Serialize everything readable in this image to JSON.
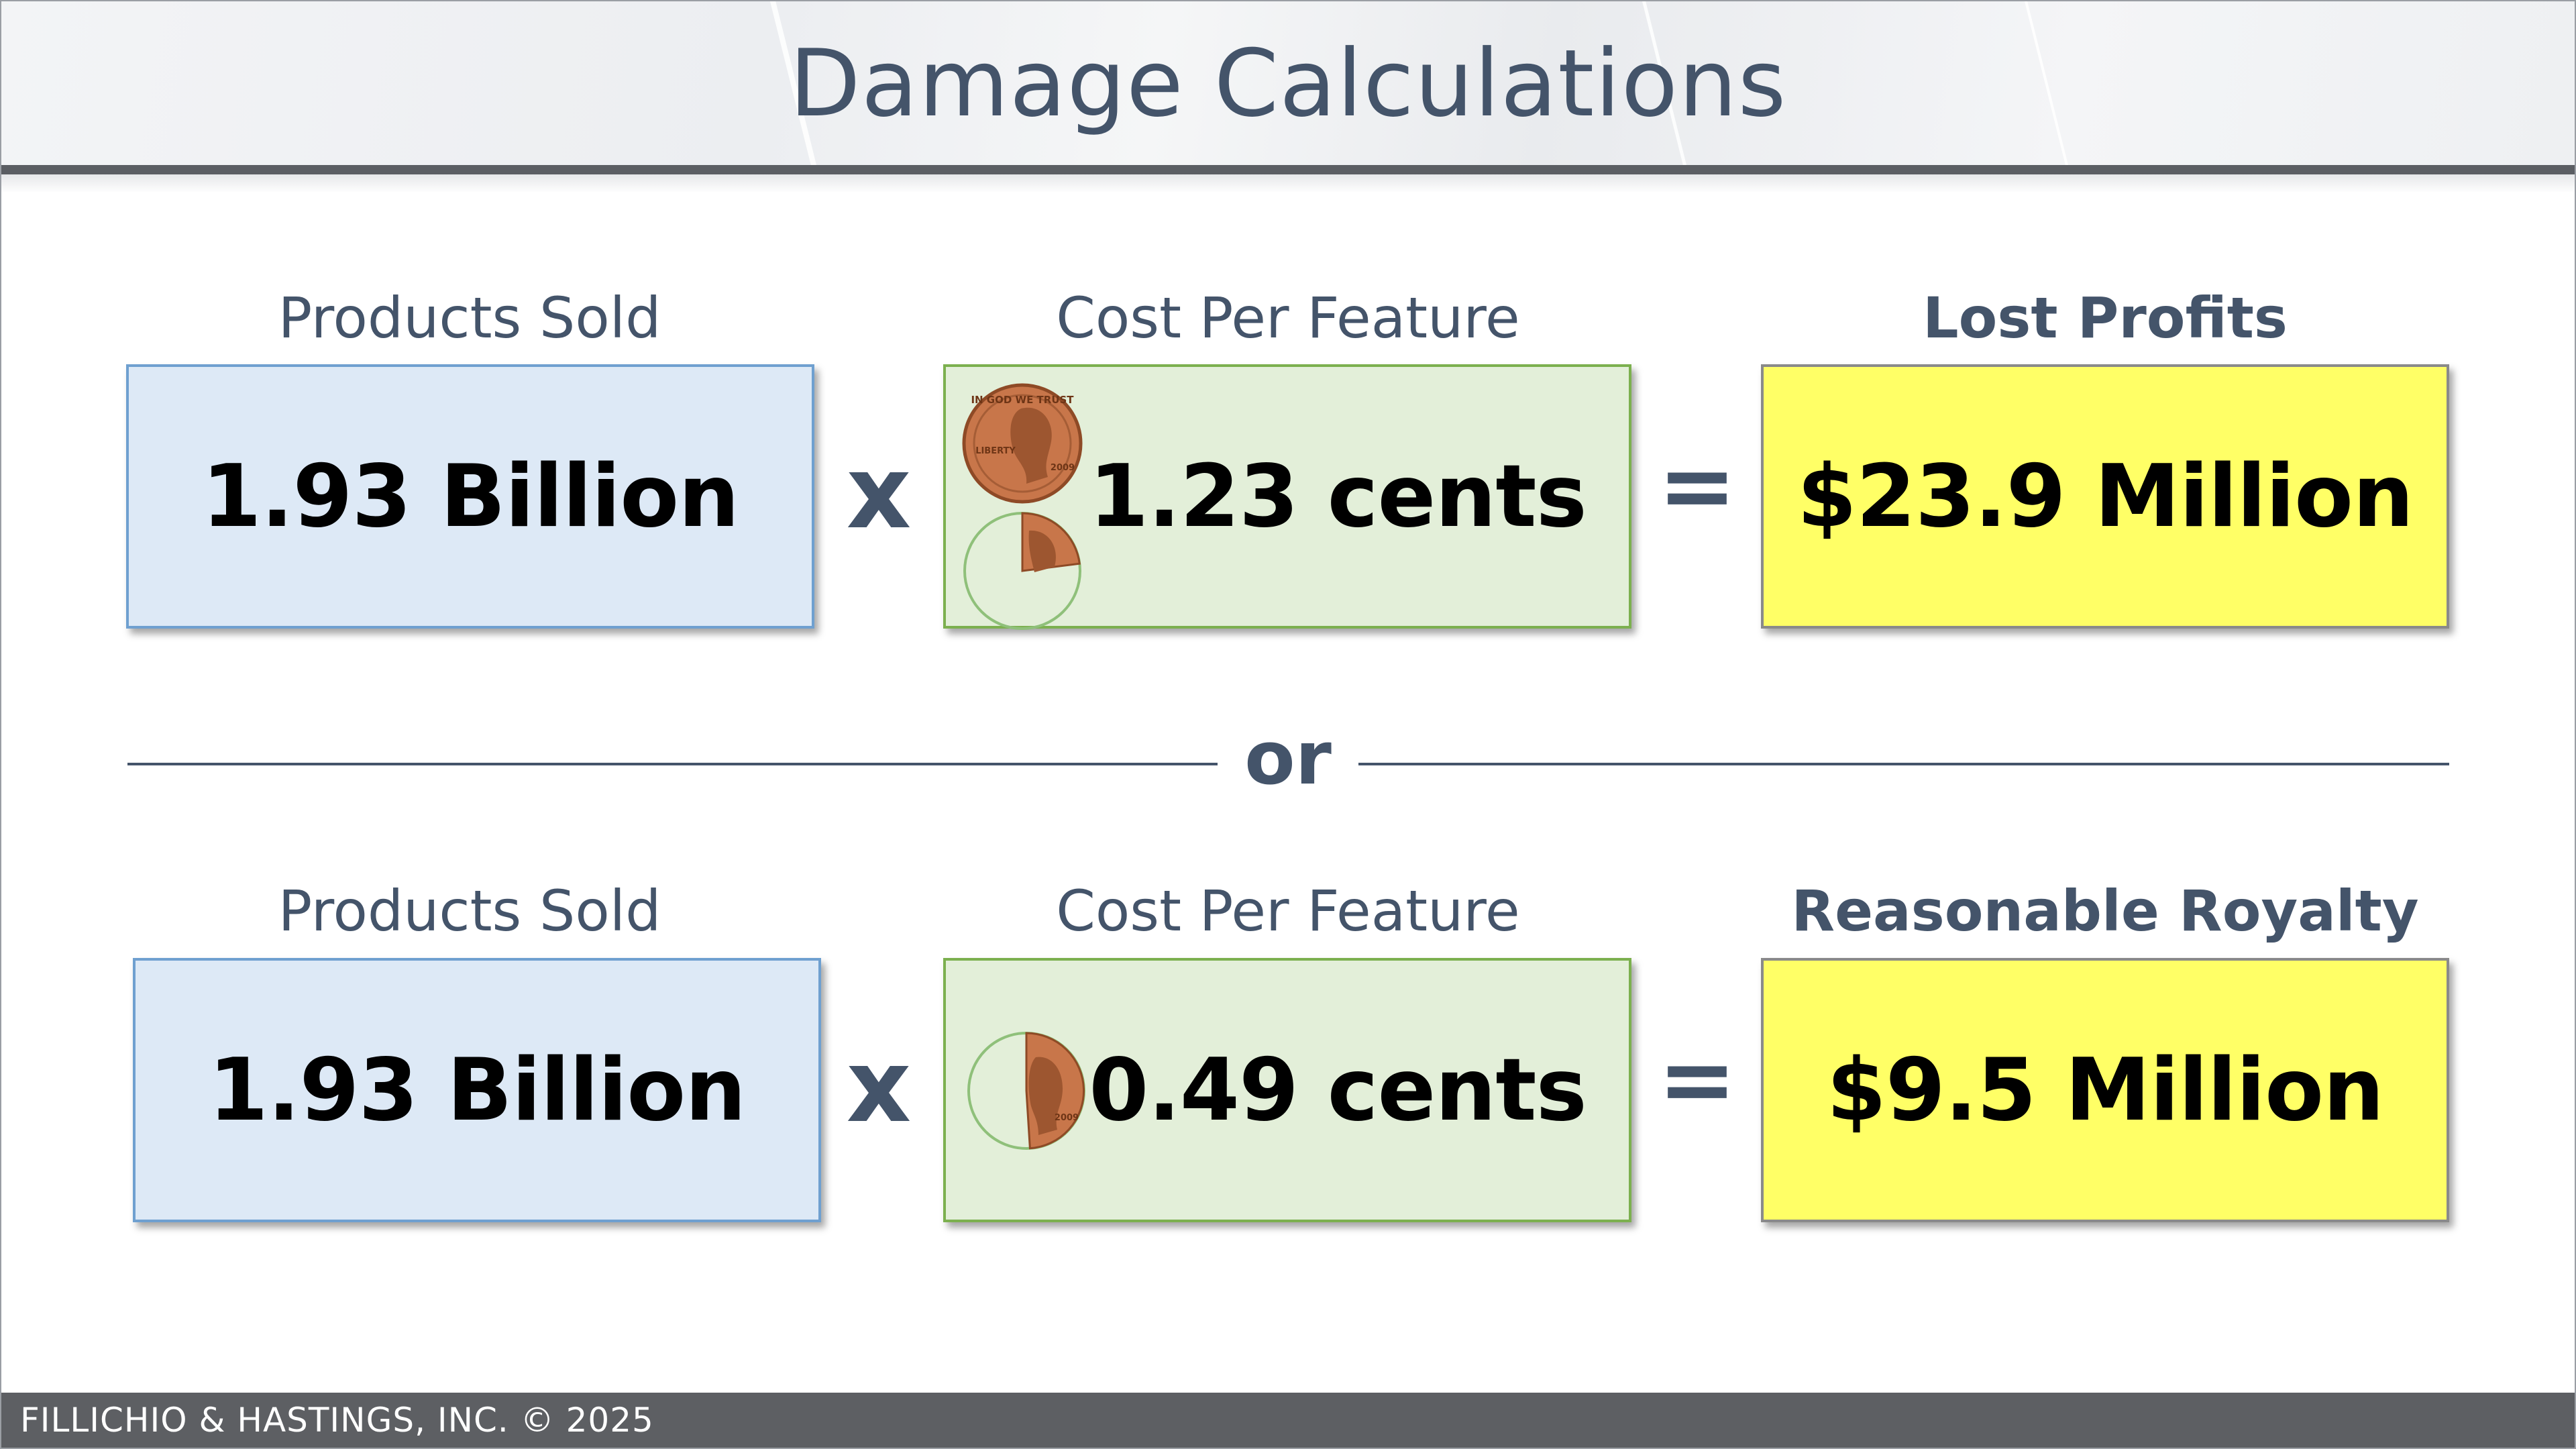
{
  "header": {
    "title": "Damage Calculations"
  },
  "rows": [
    {
      "labels": {
        "quantity": "Products Sold",
        "rate": "Cost Per Feature",
        "result": "Lost Profits"
      },
      "quantity": "1.93 Billion",
      "times_symbol": "x",
      "rate": "1.23 cents",
      "equals_symbol": "=",
      "result": "$23.9 Million",
      "coin_fill_fraction": 0.23
    },
    {
      "labels": {
        "quantity": "Products Sold",
        "rate": "Cost Per Feature",
        "result": "Reasonable Royalty"
      },
      "quantity": "1.93 Billion",
      "times_symbol": "x",
      "rate": "0.49 cents",
      "equals_symbol": "=",
      "result": "$9.5 Million",
      "coin_fill_fraction": 0.49
    }
  ],
  "divider": {
    "word": "or"
  },
  "coin": {
    "liberty": "LIBERTY",
    "year": "2009",
    "motto": "IN GOD WE TRUST",
    "icon": "penny-icon"
  },
  "footer": {
    "copyright": "FILLICHIO & HASTINGS, INC. © 2025"
  },
  "colors": {
    "title_text": "#44546a",
    "quantity_box": "#dde9f6",
    "rate_box": "#e3efd9",
    "result_box": "#ffff66",
    "penny": "#c8764a",
    "footer_bar": "#5d5f63"
  }
}
